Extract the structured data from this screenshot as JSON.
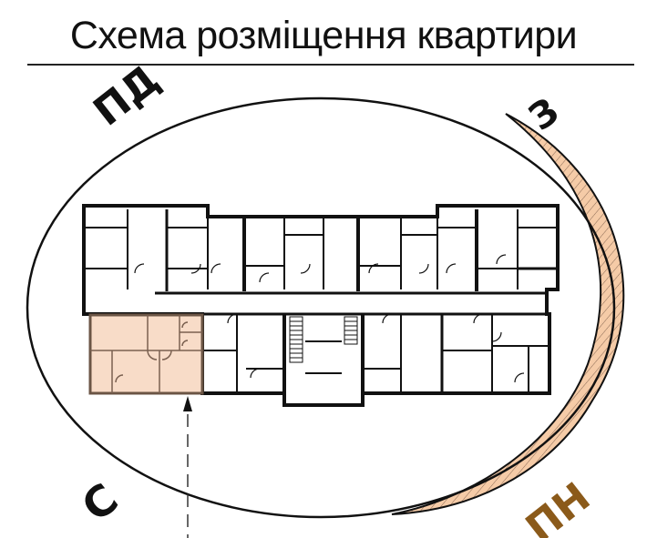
{
  "title": "Схема розміщення квартири",
  "compass": {
    "nw": "ПД",
    "ne": "З",
    "sw": "С",
    "se": "ПН"
  },
  "colors": {
    "apartment_fill": "#f8dcc8",
    "apartment_outline": "#7a6050",
    "sun_arc_fill": "#f5cba7",
    "sun_label": "#8b5a1a",
    "walls": "#111111"
  },
  "floor_plan": {
    "highlighted_apartment": "selected-apartment",
    "entrance_marker": "entrance-arrow"
  }
}
